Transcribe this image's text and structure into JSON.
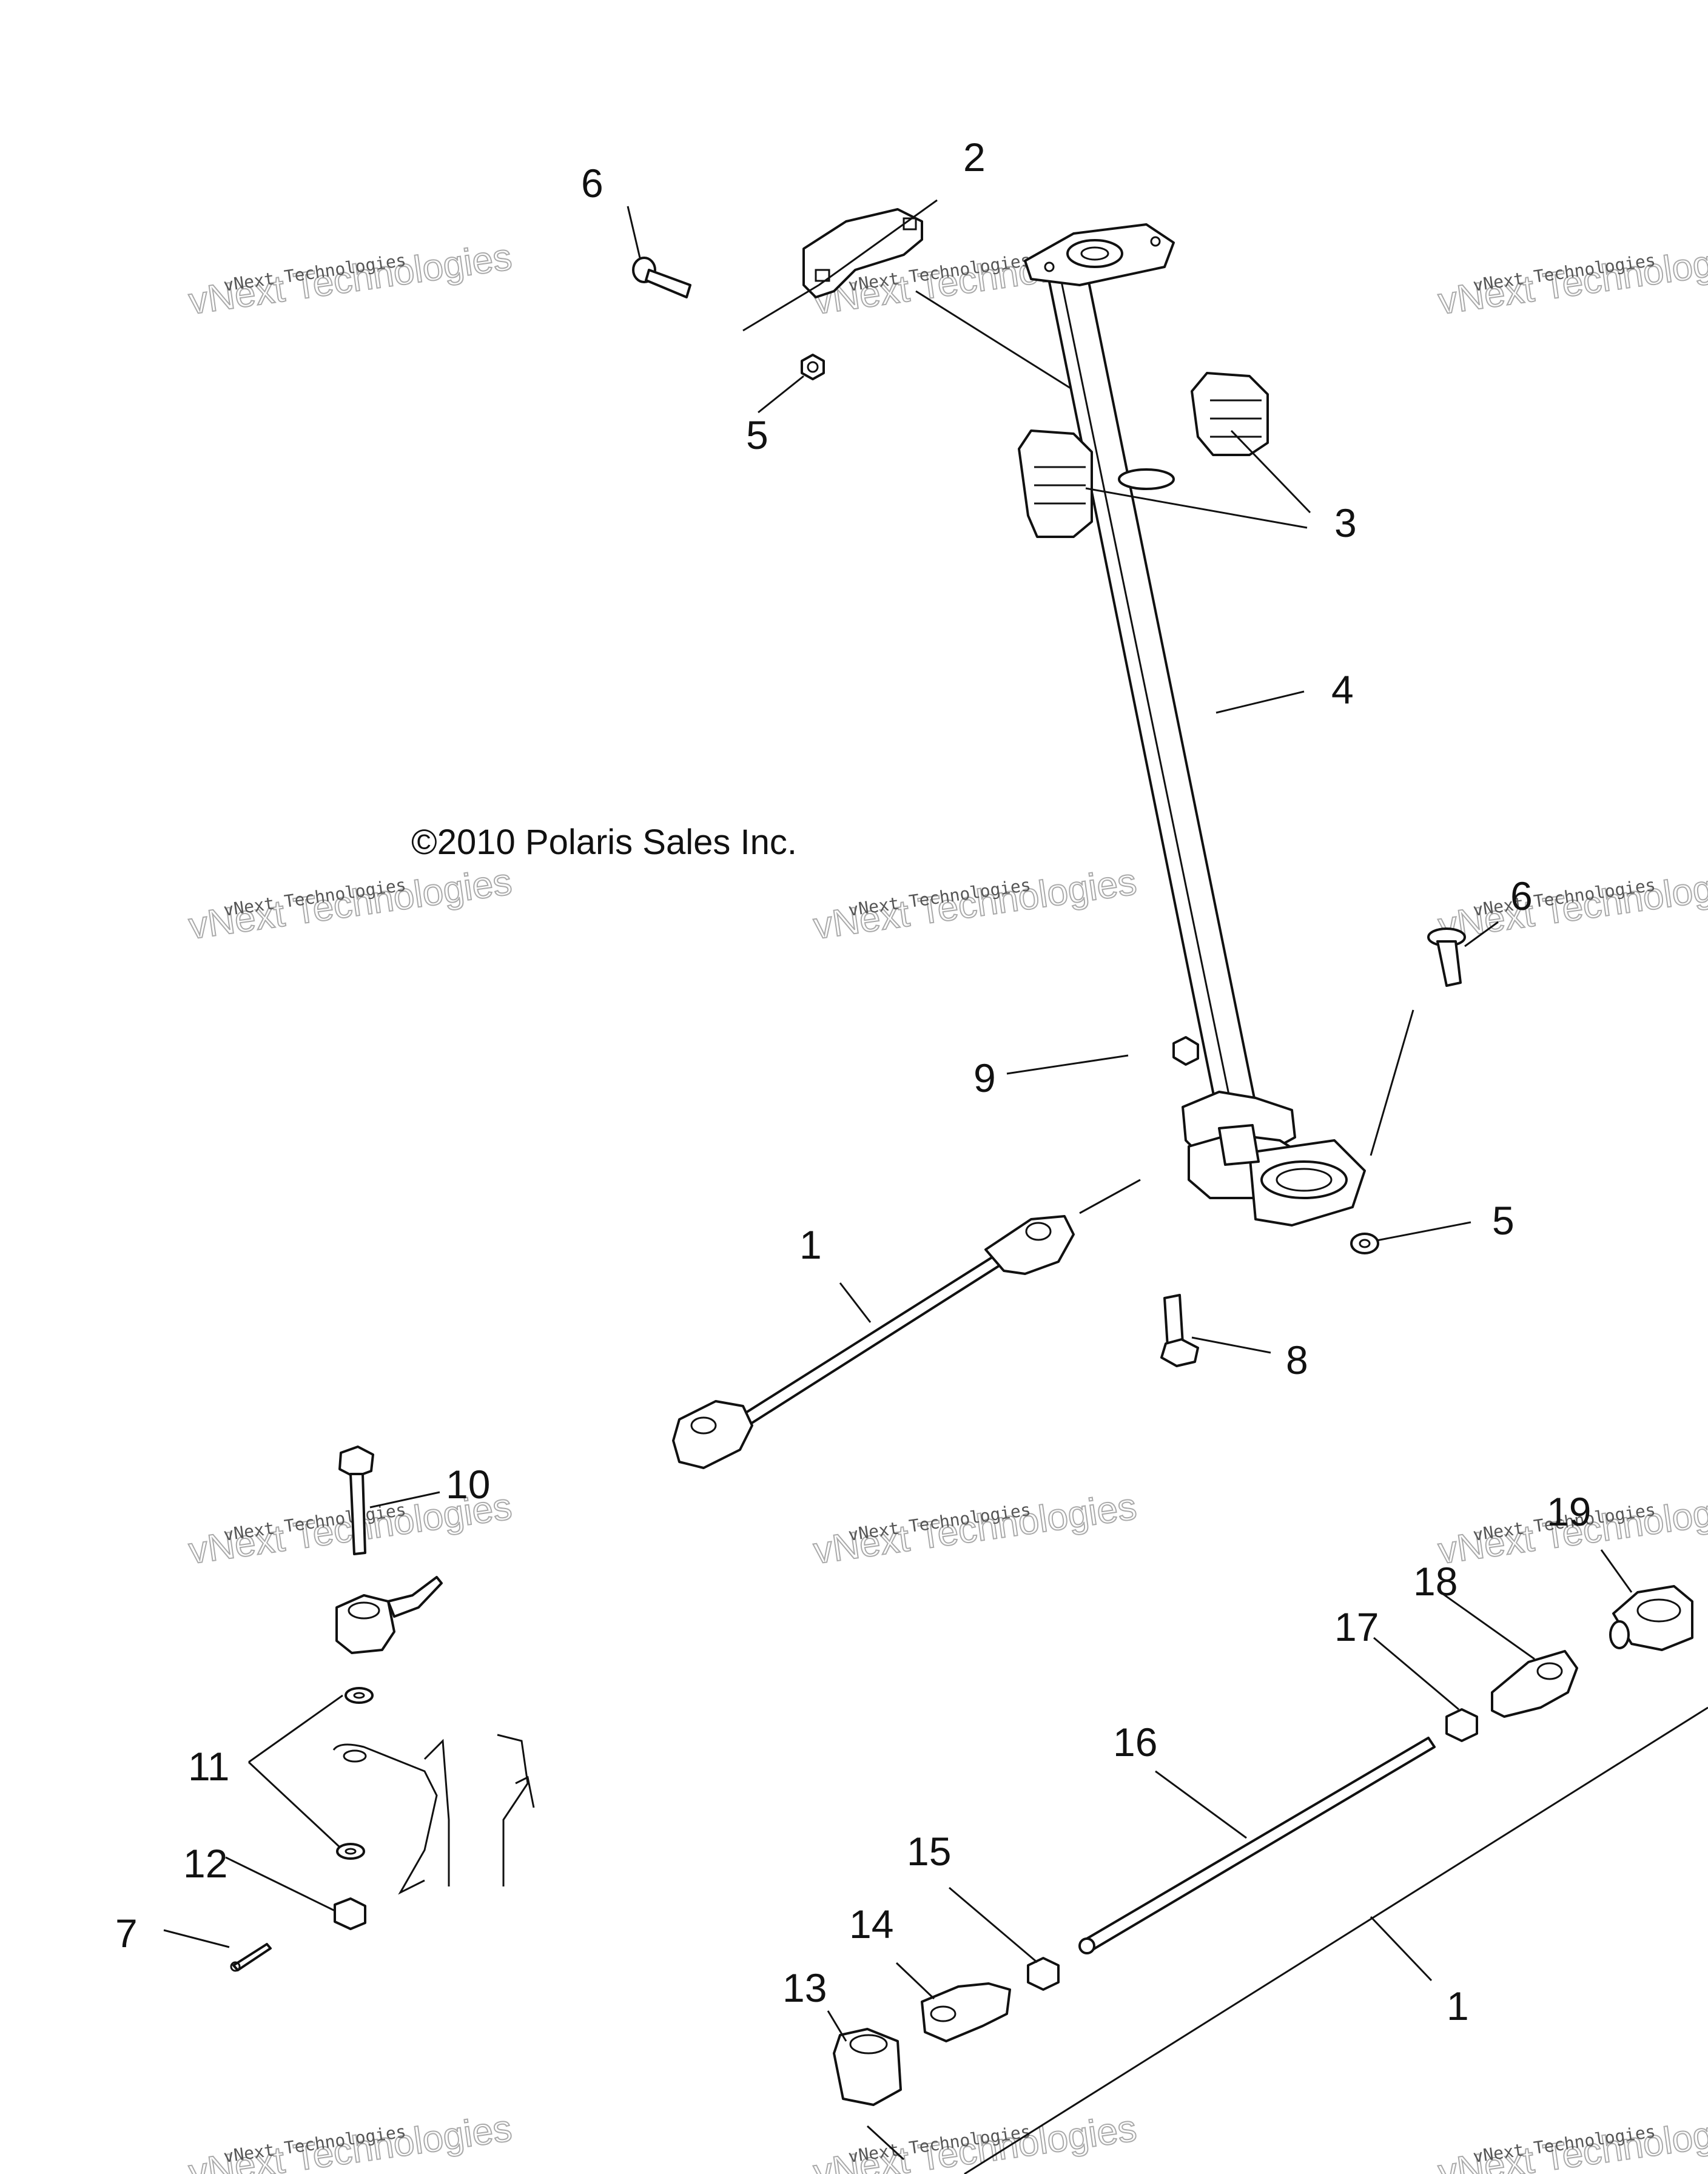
{
  "diagram": {
    "copyright": "©2010 Polaris Sales Inc.",
    "watermark": {
      "line1": "vNext Technologies",
      "line2": "vNext Technologies"
    },
    "callouts": [
      {
        "id": "c6a",
        "text": "6"
      },
      {
        "id": "c2",
        "text": "2"
      },
      {
        "id": "c5a",
        "text": "5"
      },
      {
        "id": "c3",
        "text": "3"
      },
      {
        "id": "c4",
        "text": "4"
      },
      {
        "id": "c6b",
        "text": "6"
      },
      {
        "id": "c9",
        "text": "9"
      },
      {
        "id": "c5b",
        "text": "5"
      },
      {
        "id": "c1a",
        "text": "1"
      },
      {
        "id": "c8",
        "text": "8"
      },
      {
        "id": "c10",
        "text": "10"
      },
      {
        "id": "c11",
        "text": "11"
      },
      {
        "id": "c12",
        "text": "12"
      },
      {
        "id": "c7",
        "text": "7"
      },
      {
        "id": "c19",
        "text": "19"
      },
      {
        "id": "c18",
        "text": "18"
      },
      {
        "id": "c17",
        "text": "17"
      },
      {
        "id": "c16",
        "text": "16"
      },
      {
        "id": "c15",
        "text": "15"
      },
      {
        "id": "c14",
        "text": "14"
      },
      {
        "id": "c13",
        "text": "13"
      },
      {
        "id": "c1b",
        "text": "1"
      }
    ]
  }
}
